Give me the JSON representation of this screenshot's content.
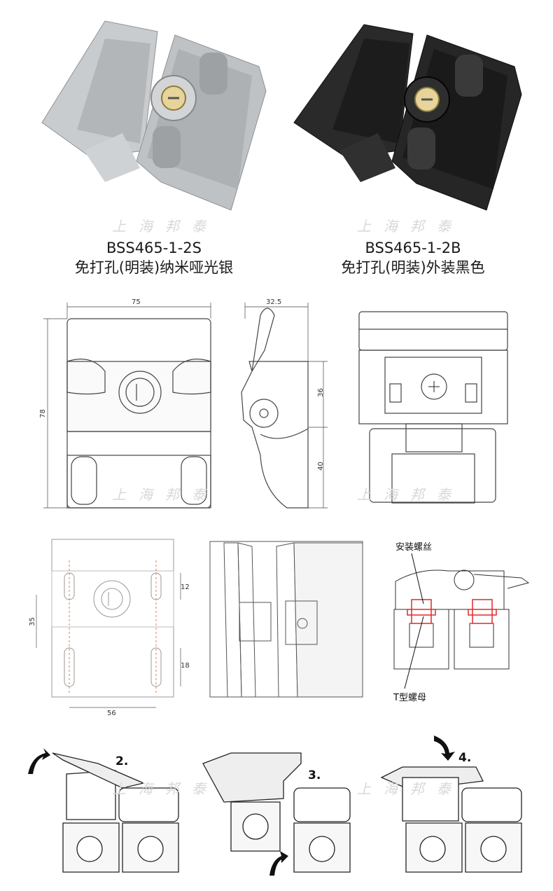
{
  "products": [
    {
      "model": "BSS465-1-2S",
      "description": "免打孔(明装)纳米哑光银",
      "finish_color": "#b9bcbf"
    },
    {
      "model": "BSS465-1-2B",
      "description": "免打孔(明装)外装黑色",
      "finish_color": "#1b1b1b"
    }
  ],
  "watermark": "上海邦泰",
  "front_view": {
    "width": "75",
    "height": "78"
  },
  "side_view": {
    "depth": "32.5",
    "upper": "36",
    "lower": "40"
  },
  "mount_view": {
    "slot_a": "12",
    "center": "35",
    "slot_b": "18",
    "spacing": "56"
  },
  "callouts": {
    "screw": "安装螺丝",
    "nut": "T型螺母"
  },
  "steps": [
    "2.",
    "3.",
    "4."
  ],
  "colors": {
    "line": "#444444",
    "red": "#e0292b",
    "hidden": "#d9824a"
  }
}
